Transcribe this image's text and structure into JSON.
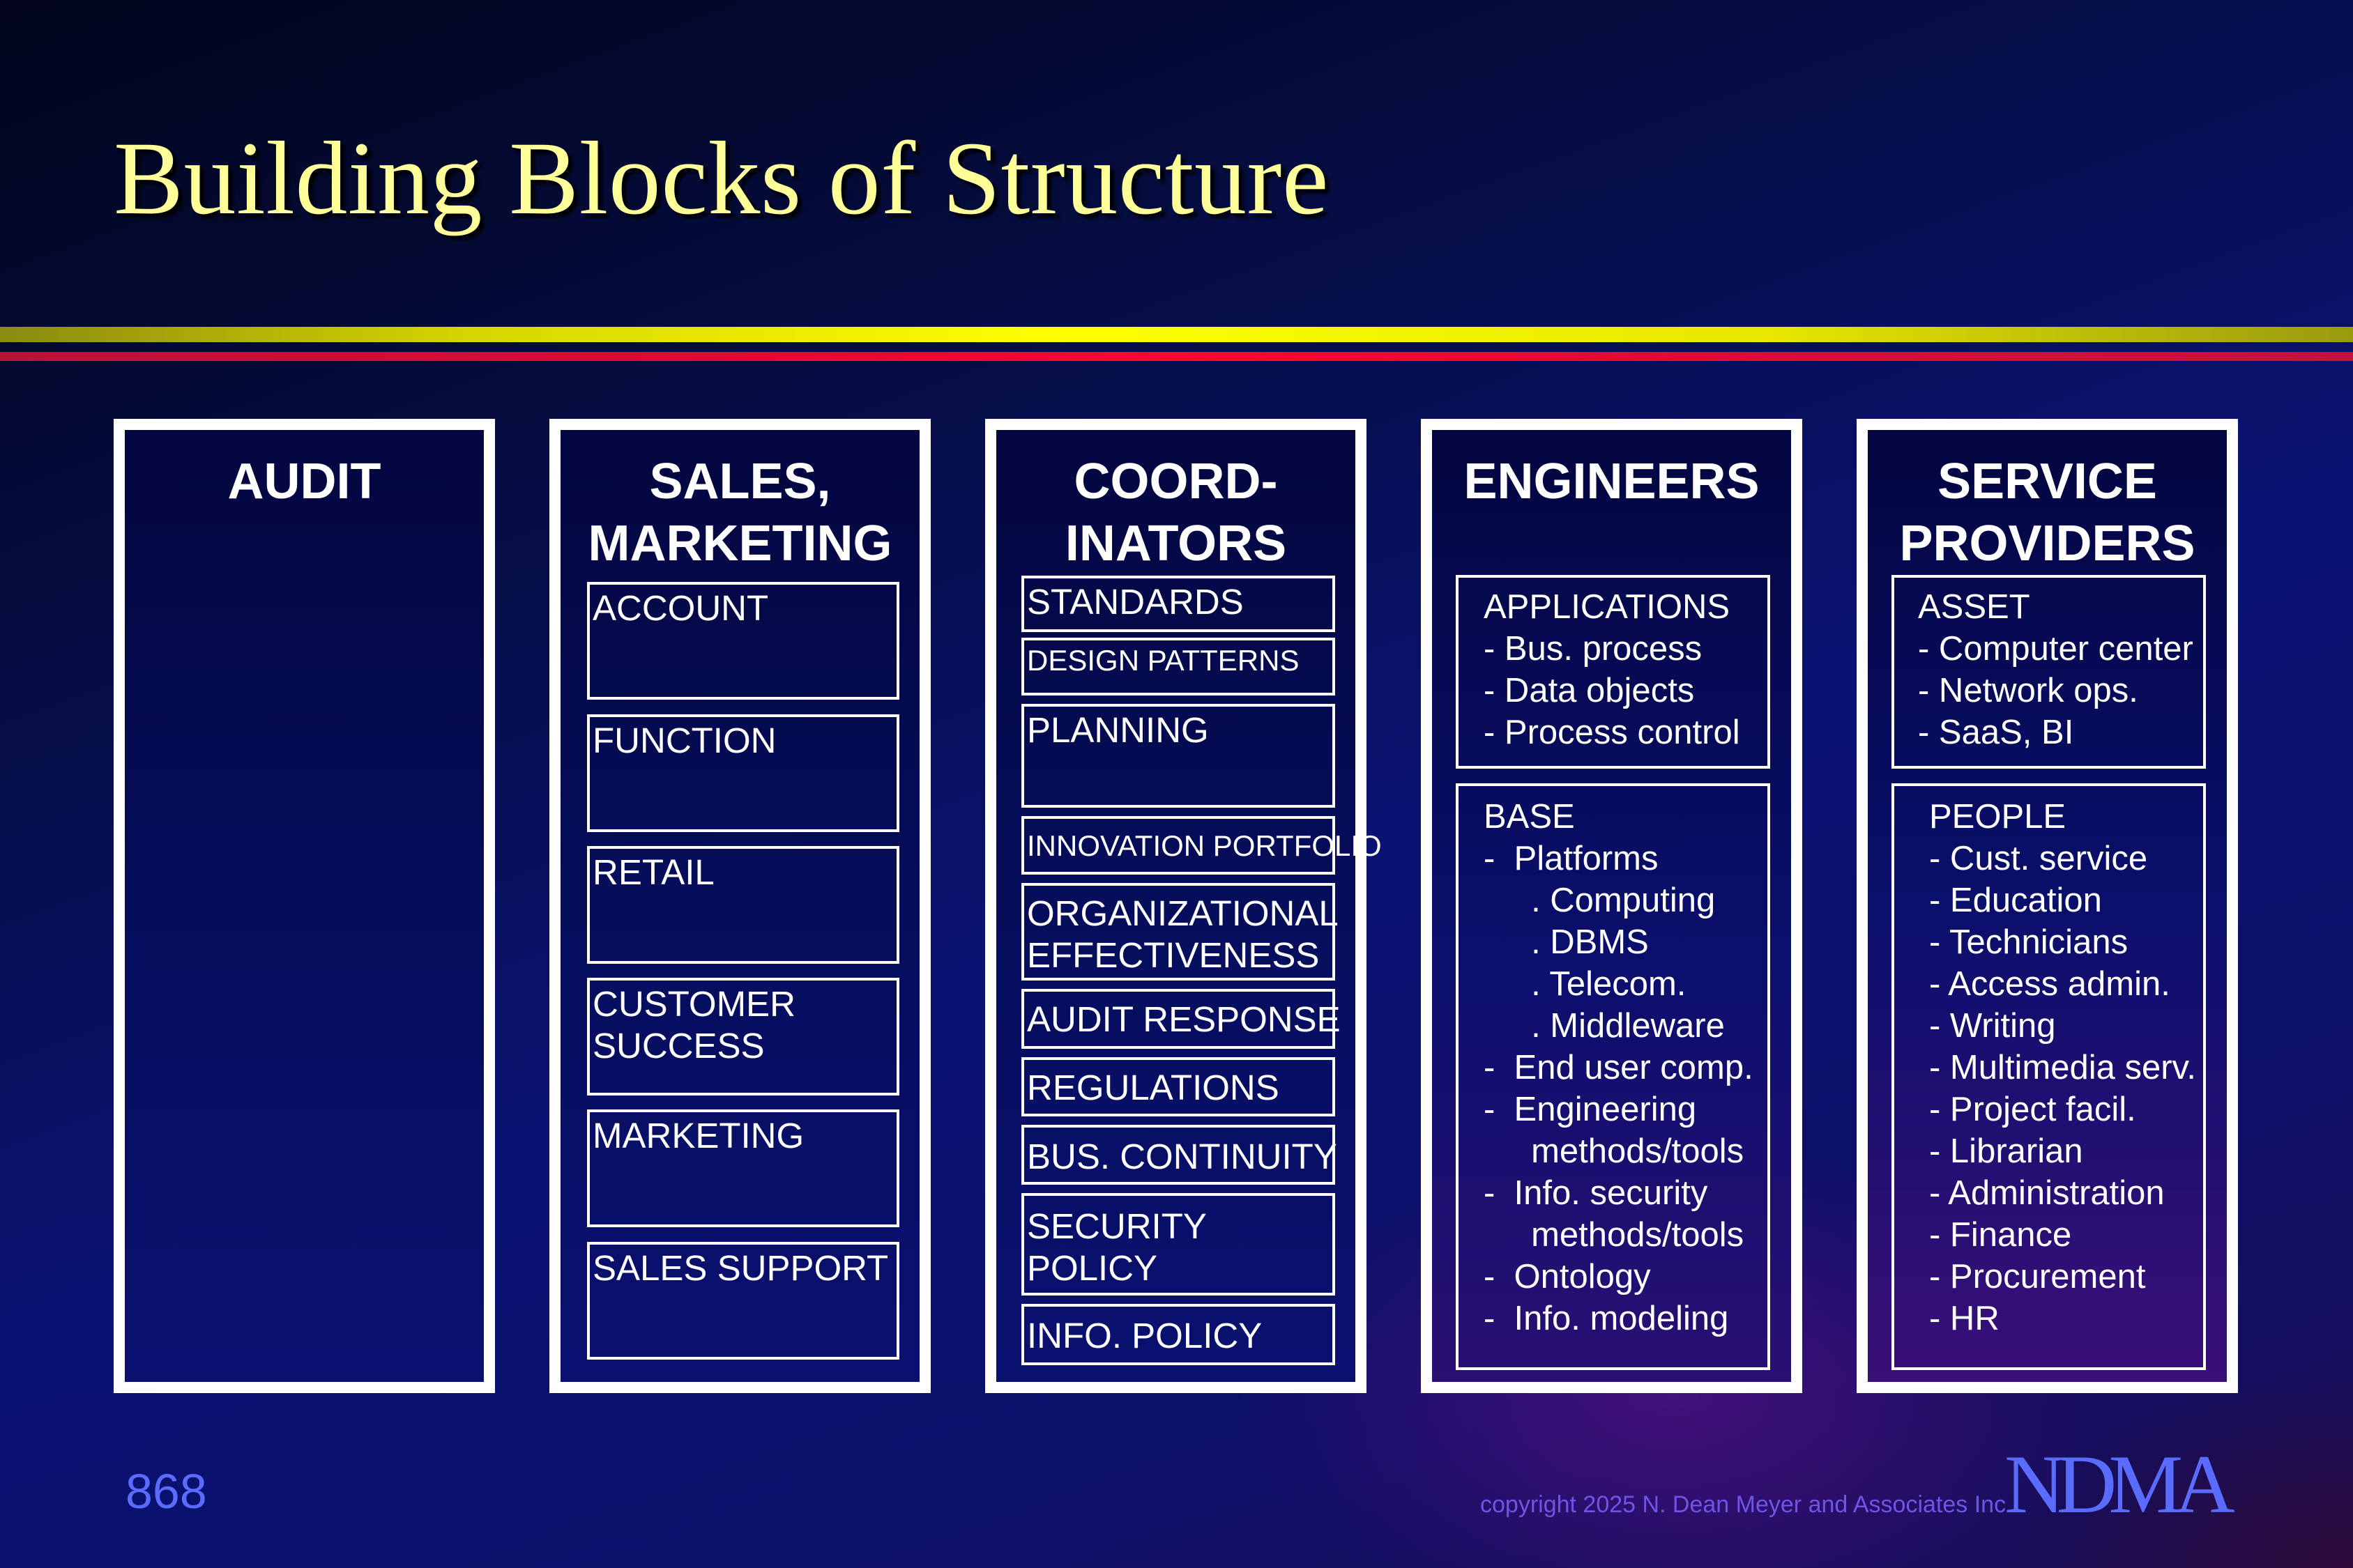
{
  "title": "Building Blocks of Structure",
  "columns": {
    "audit": {
      "heading": "AUDIT"
    },
    "sales": {
      "heading_line1": "SALES,",
      "heading_line2": "MARKETING",
      "boxes": [
        "ACCOUNT",
        "FUNCTION",
        "RETAIL",
        "CUSTOMER\nSUCCESS",
        "MARKETING",
        "SALES SUPPORT"
      ]
    },
    "coordinators": {
      "heading_line1": "COORD-",
      "heading_line2": "INATORS",
      "boxes": [
        "STANDARDS",
        "DESIGN PATTERNS",
        "PLANNING",
        "INNOVATION PORTFOLIO",
        "ORGANIZATIONAL\nEFFECTIVENESS",
        "AUDIT RESPONSE",
        "REGULATIONS",
        "BUS. CONTINUITY",
        "SECURITY\nPOLICY",
        "INFO. POLICY"
      ]
    },
    "engineers": {
      "heading": "ENGINEERS",
      "applications": "APPLICATIONS\n- Bus. process\n- Data objects\n- Process control",
      "base": "BASE\n-  Platforms\n     . Computing\n     . DBMS\n     . Telecom.\n     . Middleware\n-  End user comp.\n-  Engineering\n     methods/tools\n-  Info. security\n     methods/tools\n-  Ontology\n-  Info. modeling"
    },
    "service": {
      "heading_line1": "SERVICE",
      "heading_line2": "PROVIDERS",
      "asset": "ASSET\n- Computer center\n- Network ops.\n- SaaS, BI",
      "people": "PEOPLE\n- Cust. service\n- Education\n- Technicians\n- Access admin.\n- Writing\n- Multimedia serv.\n- Project facil.\n- Librarian\n- Administration\n- Finance\n- Procurement\n- HR"
    }
  },
  "footer": {
    "page_number": "868",
    "copyright": "copyright 2025   N. Dean Meyer and Associates Inc.",
    "logo": "NDMA"
  },
  "colors": {
    "title": "#ffff99",
    "accent_gold": "#ffff00",
    "accent_red": "#ff0033",
    "footer_blue": "#5a6cff"
  }
}
